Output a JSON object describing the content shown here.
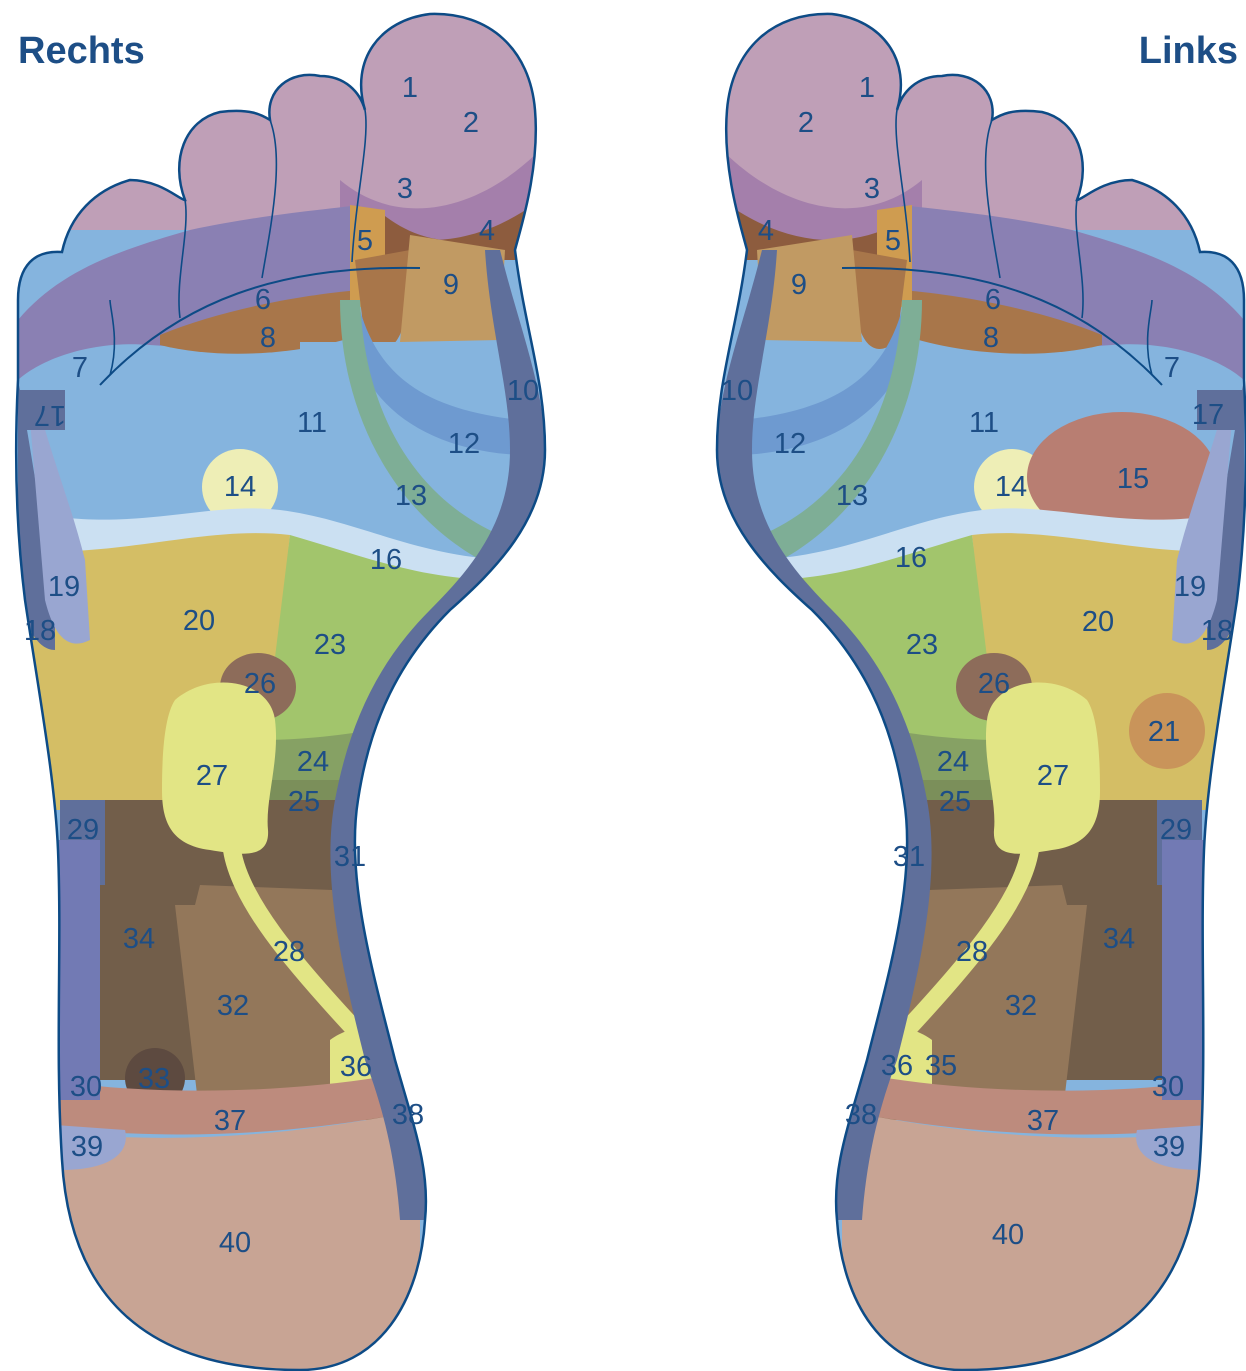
{
  "headings": {
    "right": "Rechts",
    "left": "Links"
  },
  "colors": {
    "outline": "#0d4b86",
    "number": "#1d4e86",
    "toe": "#bf9fb7",
    "toe_band": "#a47fab",
    "toe_base": "#8a80b3",
    "edge": "#5f6f9b",
    "brown_dark": "#8d5c3e",
    "brown_mid": "#a8764a",
    "tan": "#c19a63",
    "orange": "#cf9c50",
    "blue": "#85b4de",
    "blue_dark": "#6e9ad0",
    "blue_light": "#cbe0f2",
    "teal": "#7eae96",
    "pale_yellow": "#eeeeb6",
    "red": "#b87e72",
    "mustard": "#d4be65",
    "green": "#a2c56c",
    "green_dark": "#86a164",
    "green_darker": "#7b8f5a",
    "yellow": "#e2e585",
    "coffee": "#725e4a",
    "coffee_light": "#93775a",
    "lavender": "#99a6d1",
    "purple_blue": "#727ab4",
    "pink_band": "#bd8b7d",
    "heel": "#c8a494",
    "dark_circle": "#5d4a40",
    "zone21": "#c9945a"
  },
  "zones": {
    "right": [
      {
        "n": "1"
      },
      {
        "n": "2"
      },
      {
        "n": "3"
      },
      {
        "n": "4"
      },
      {
        "n": "5"
      },
      {
        "n": "6"
      },
      {
        "n": "7"
      },
      {
        "n": "8"
      },
      {
        "n": "9"
      },
      {
        "n": "10"
      },
      {
        "n": "11"
      },
      {
        "n": "12"
      },
      {
        "n": "13"
      },
      {
        "n": "14"
      },
      {
        "n": "16"
      },
      {
        "n": "17"
      },
      {
        "n": "18"
      },
      {
        "n": "19"
      },
      {
        "n": "20"
      },
      {
        "n": "23"
      },
      {
        "n": "24"
      },
      {
        "n": "25"
      },
      {
        "n": "26"
      },
      {
        "n": "27"
      },
      {
        "n": "28"
      },
      {
        "n": "29"
      },
      {
        "n": "30"
      },
      {
        "n": "31"
      },
      {
        "n": "32"
      },
      {
        "n": "33"
      },
      {
        "n": "34"
      },
      {
        "n": "36"
      },
      {
        "n": "37"
      },
      {
        "n": "38"
      },
      {
        "n": "39"
      },
      {
        "n": "40"
      }
    ],
    "left": [
      {
        "n": "1"
      },
      {
        "n": "2"
      },
      {
        "n": "3"
      },
      {
        "n": "4"
      },
      {
        "n": "5"
      },
      {
        "n": "6"
      },
      {
        "n": "7"
      },
      {
        "n": "8"
      },
      {
        "n": "9"
      },
      {
        "n": "10"
      },
      {
        "n": "11"
      },
      {
        "n": "12"
      },
      {
        "n": "13"
      },
      {
        "n": "14"
      },
      {
        "n": "15"
      },
      {
        "n": "16"
      },
      {
        "n": "17"
      },
      {
        "n": "18"
      },
      {
        "n": "19"
      },
      {
        "n": "20"
      },
      {
        "n": "21"
      },
      {
        "n": "23"
      },
      {
        "n": "24"
      },
      {
        "n": "25"
      },
      {
        "n": "26"
      },
      {
        "n": "27"
      },
      {
        "n": "28"
      },
      {
        "n": "29"
      },
      {
        "n": "30"
      },
      {
        "n": "31"
      },
      {
        "n": "32"
      },
      {
        "n": "34"
      },
      {
        "n": "35"
      },
      {
        "n": "36"
      },
      {
        "n": "37"
      },
      {
        "n": "38"
      },
      {
        "n": "39"
      },
      {
        "n": "40"
      }
    ]
  }
}
